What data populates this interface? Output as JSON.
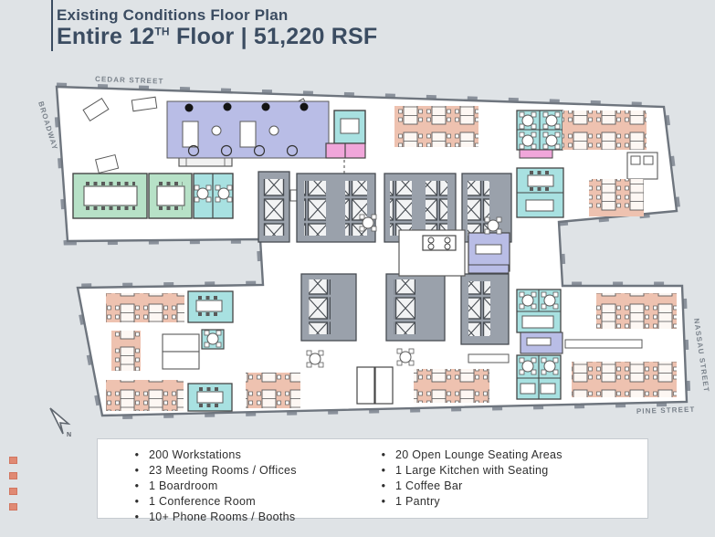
{
  "page": {
    "background": "#dfe3e6"
  },
  "header": {
    "subtitle": "Existing Conditions Floor Plan",
    "title_prefix": "Entire 12",
    "title_sup": "TH",
    "title_suffix": " Floor | 51,220 RSF",
    "text_color": "#3b4c61"
  },
  "floor_plan": {
    "streets": {
      "top": "CEDAR STREET",
      "left": "BROADWAY",
      "right": "NASSAU STREET",
      "bottom": "PINE STREET"
    },
    "north_label": "N",
    "zone_colors": {
      "workstations": "#eec2b0",
      "lounge": "#b9bde6",
      "meeting_green": "#b7e1c7",
      "meeting_cyan": "#a8e1e1",
      "phone_pink": "#f0a6da",
      "core": "#9aa1ab",
      "wall": "#6e757e",
      "floor": "#ffffff",
      "street_text": "#7b838c"
    }
  },
  "summary": {
    "bullet": "•",
    "left": [
      "200 Workstations",
      "23 Meeting Rooms / Offices",
      "1 Boardroom",
      "1 Conference Room",
      "10+ Phone Rooms / Booths"
    ],
    "right": [
      "20 Open Lounge Seating Areas",
      "1 Large Kitchen with Seating",
      "1 Coffee Bar",
      "1 Pantry"
    ]
  },
  "accent_color": "#e08a74"
}
